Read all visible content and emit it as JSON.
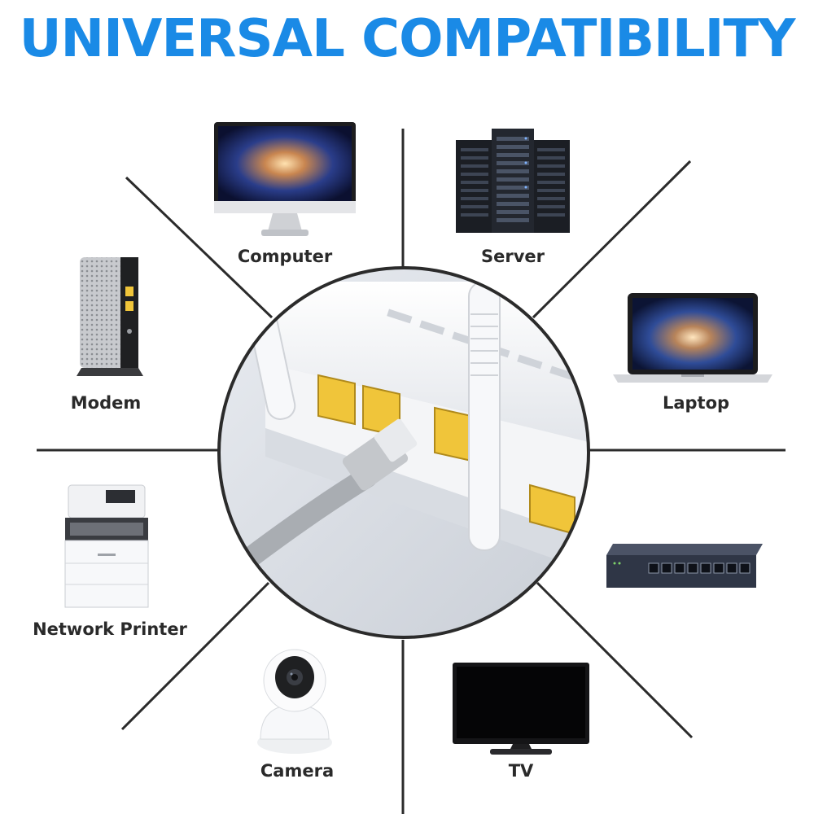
{
  "heading": "UNIVERSAL COMPATIBILITY",
  "colors": {
    "heading": "#1a8ae6",
    "lines": "#2b2b2b",
    "label": "#2a2a2a",
    "port": "#f0c53a"
  },
  "devices": {
    "computer": {
      "label": "Computer",
      "icon": "desktop-monitor"
    },
    "server": {
      "label": "Server",
      "icon": "server-rack"
    },
    "modem": {
      "label": "Modem",
      "icon": "modem"
    },
    "laptop": {
      "label": "Laptop",
      "icon": "laptop"
    },
    "printer": {
      "label": "Network Printer",
      "icon": "printer"
    },
    "switch": {
      "label": "",
      "icon": "network-switch"
    },
    "camera": {
      "label": "Camera",
      "icon": "security-camera"
    },
    "tv": {
      "label": "TV",
      "icon": "television"
    }
  },
  "hub": {
    "icon": "router-with-ethernet-cable"
  }
}
